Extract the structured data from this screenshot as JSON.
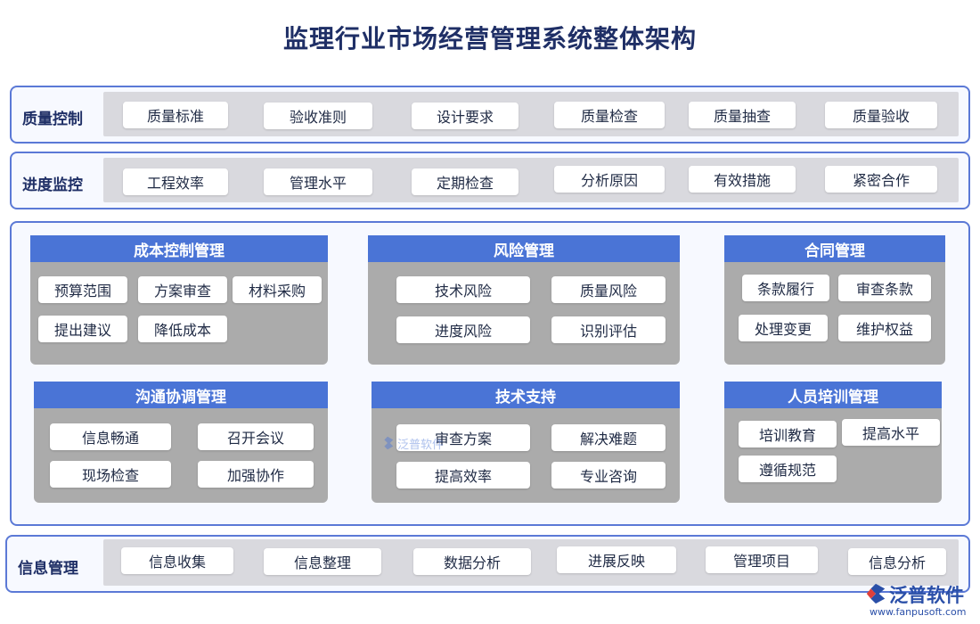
{
  "title": "监理行业市场经营管理系统整体架构",
  "bands": {
    "quality": {
      "label": "质量控制",
      "items": [
        "质量标准",
        "验收准则",
        "设计要求",
        "质量检查",
        "质量抽查",
        "质量验收"
      ]
    },
    "progress": {
      "label": "进度监控",
      "items": [
        "工程效率",
        "管理水平",
        "定期检查",
        "分析原因",
        "有效措施",
        "紧密合作"
      ]
    },
    "info": {
      "label": "信息管理",
      "items": [
        "信息收集",
        "信息整理",
        "数据分析",
        "进展反映",
        "管理项目",
        "信息分析"
      ]
    }
  },
  "modules": {
    "cost": {
      "title": "成本控制管理",
      "items": [
        "预算范围",
        "方案审查",
        "材料采购",
        "提出建议",
        "降低成本"
      ]
    },
    "risk": {
      "title": "风险管理",
      "items": [
        "技术风险",
        "质量风险",
        "进度风险",
        "识别评估"
      ]
    },
    "contract": {
      "title": "合同管理",
      "items": [
        "条款履行",
        "审查条款",
        "处理变更",
        "维护权益"
      ]
    },
    "communication": {
      "title": "沟通协调管理",
      "items": [
        "信息畅通",
        "召开会议",
        "现场检查",
        "加强协作"
      ]
    },
    "tech": {
      "title": "技术支持",
      "items": [
        "审查方案",
        "解决难题",
        "提高效率",
        "专业咨询"
      ]
    },
    "training": {
      "title": "人员培训管理",
      "items": [
        "培训教育",
        "提高水平",
        "遵循规范"
      ]
    }
  },
  "brand": {
    "name": "泛普软件",
    "url": "www.fanpusoft.com",
    "watermark": "泛普软件",
    "color": "#2a4fa8"
  },
  "colors": {
    "border": "#5b79d6",
    "module_header": "#4a74d6",
    "module_body": "#ababab",
    "title": "#1f2f66"
  }
}
